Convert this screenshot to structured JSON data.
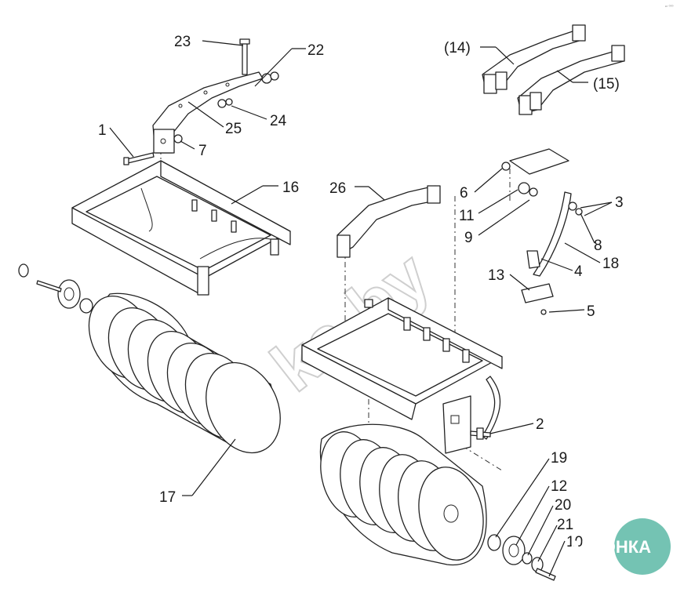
{
  "labels": [
    {
      "id": "l23",
      "text": "23"
    },
    {
      "id": "l22",
      "text": "22"
    },
    {
      "id": "l14",
      "text": "(14)"
    },
    {
      "id": "l15",
      "text": "(15)"
    },
    {
      "id": "l24",
      "text": "24"
    },
    {
      "id": "l25",
      "text": "25"
    },
    {
      "id": "l1",
      "text": "1"
    },
    {
      "id": "l7",
      "text": "7"
    },
    {
      "id": "l16",
      "text": "16"
    },
    {
      "id": "l26",
      "text": "26"
    },
    {
      "id": "l6",
      "text": "6"
    },
    {
      "id": "l3",
      "text": "3"
    },
    {
      "id": "l11",
      "text": "11"
    },
    {
      "id": "l9",
      "text": "9"
    },
    {
      "id": "l8",
      "text": "8"
    },
    {
      "id": "l18",
      "text": "18"
    },
    {
      "id": "l4",
      "text": "4"
    },
    {
      "id": "l13",
      "text": "13"
    },
    {
      "id": "l5",
      "text": "5"
    },
    {
      "id": "l2",
      "text": "2"
    },
    {
      "id": "l19",
      "text": "19"
    },
    {
      "id": "l12",
      "text": "12"
    },
    {
      "id": "l20",
      "text": "20"
    },
    {
      "id": "l21",
      "text": "21"
    },
    {
      "id": "l10",
      "text": "10"
    },
    {
      "id": "l17",
      "text": "17"
    }
  ],
  "watermark": "ka.by",
  "logo": {
    "text": "АГРОНКА",
    "color": "#5cb8a6"
  },
  "corner_mark": "ᵉʳ ⁰⁰⁰"
}
